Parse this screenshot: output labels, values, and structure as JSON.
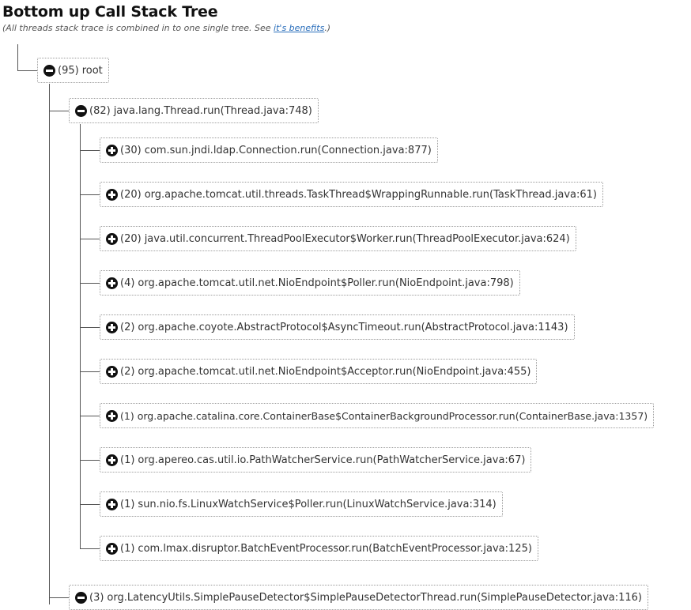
{
  "header": {
    "title": "Bottom up Call Stack Tree",
    "subtitle_prefix": "(All threads stack trace is combined in to one single tree. See ",
    "subtitle_link": "it's benefits",
    "subtitle_suffix": ".)"
  },
  "tree": {
    "root": {
      "count": "(95)",
      "label": "root",
      "state": "expanded"
    },
    "thread_run": {
      "count": "(82)",
      "label": "java.lang.Thread.run(Thread.java:748)",
      "state": "expanded"
    },
    "children": [
      {
        "count": "(30)",
        "label": "com.sun.jndi.ldap.Connection.run(Connection.java:877)",
        "state": "collapsed"
      },
      {
        "count": "(20)",
        "label": "org.apache.tomcat.util.threads.TaskThread$WrappingRunnable.run(TaskThread.java:61)",
        "state": "collapsed"
      },
      {
        "count": "(20)",
        "label": "java.util.concurrent.ThreadPoolExecutor$Worker.run(ThreadPoolExecutor.java:624)",
        "state": "collapsed"
      },
      {
        "count": "(4)",
        "label": "org.apache.tomcat.util.net.NioEndpoint$Poller.run(NioEndpoint.java:798)",
        "state": "collapsed"
      },
      {
        "count": "(2)",
        "label": "org.apache.coyote.AbstractProtocol$AsyncTimeout.run(AbstractProtocol.java:1143)",
        "state": "collapsed"
      },
      {
        "count": "(2)",
        "label": "org.apache.tomcat.util.net.NioEndpoint$Acceptor.run(NioEndpoint.java:455)",
        "state": "collapsed"
      },
      {
        "count": "(1)",
        "label": "org.apache.catalina.core.ContainerBase$ContainerBackgroundProcessor.run(ContainerBase.java:1357)",
        "state": "collapsed"
      },
      {
        "count": "(1)",
        "label": "org.apereo.cas.util.io.PathWatcherService.run(PathWatcherService.java:67)",
        "state": "collapsed"
      },
      {
        "count": "(1)",
        "label": "sun.nio.fs.LinuxWatchService$Poller.run(LinuxWatchService.java:314)",
        "state": "collapsed"
      },
      {
        "count": "(1)",
        "label": "com.lmax.disruptor.BatchEventProcessor.run(BatchEventProcessor.java:125)",
        "state": "collapsed"
      }
    ],
    "pause_detector": {
      "count": "(3)",
      "label": "org.LatencyUtils.SimplePauseDetector$SimplePauseDetectorThread.run(SimplePauseDetector.java:116)",
      "state": "expanded"
    }
  }
}
